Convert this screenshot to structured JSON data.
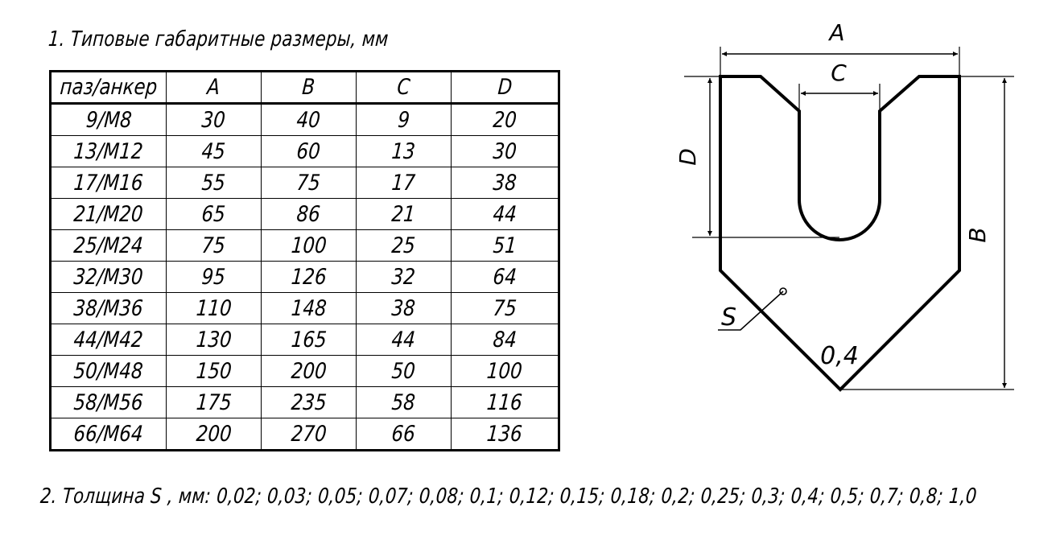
{
  "heading": "1. Типовые габаритные размеры, мм",
  "table": {
    "columns": [
      "паз/анкер",
      "A",
      "B",
      "C",
      "D"
    ],
    "rows": [
      [
        "9/M8",
        "30",
        "40",
        "9",
        "20"
      ],
      [
        "13/M12",
        "45",
        "60",
        "13",
        "30"
      ],
      [
        "17/M16",
        "55",
        "75",
        "17",
        "38"
      ],
      [
        "21/M20",
        "65",
        "86",
        "21",
        "44"
      ],
      [
        "25/M24",
        "75",
        "100",
        "25",
        "51"
      ],
      [
        "32/M30",
        "95",
        "126",
        "32",
        "64"
      ],
      [
        "38/M36",
        "110",
        "148",
        "38",
        "75"
      ],
      [
        "44/M42",
        "130",
        "165",
        "44",
        "84"
      ],
      [
        "50/M48",
        "150",
        "200",
        "50",
        "100"
      ],
      [
        "58/M56",
        "175",
        "235",
        "58",
        "116"
      ],
      [
        "66/M64",
        "200",
        "270",
        "66",
        "136"
      ]
    ]
  },
  "drawing": {
    "label_a": "A",
    "label_b": "B",
    "label_c": "C",
    "label_d": "D",
    "label_s": "S",
    "label_radius": "0,4"
  },
  "footer_note": "2. Толщина S , мм: 0,02; 0,03; 0,05; 0,07; 0,08; 0,1; 0,12; 0,15; 0,18; 0,2; 0,25; 0,3; 0,4; 0,5; 0,7; 0,8; 1,0"
}
